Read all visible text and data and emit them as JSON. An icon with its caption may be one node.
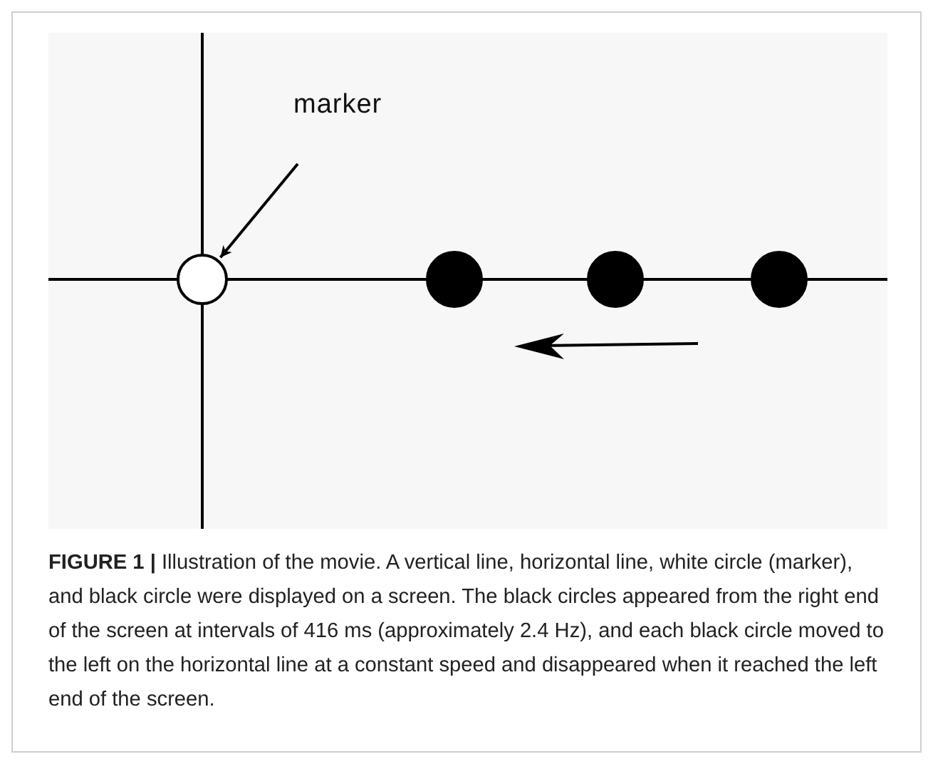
{
  "diagram": {
    "caption": "**FIGURE 1 |** Illustration of the movie. A vertical line, horizontal line, white circle (marker), and black circle were displayed on a screen. The black circles appeared from the right end of the screen at intervals of 416 ms (approximately 2.4 Hz), and each black circle moved to the left on the horizontal line at a constant speed and disappeared when it reached the left end of the screen.",
    "nodes": [
      {
        "text": [
          "marker"
        ]
      },
      {
        "text": [],
        "shape": "circle"
      },
      {
        "text": [],
        "shape": "circle"
      },
      {
        "text": [],
        "shape": "circle"
      },
      {
        "text": [],
        "shape": "circle"
      }
    ],
    "edges": [
      {
        "from": 0,
        "to": 1,
        "arrow": "to"
      }
    ]
  }
}
